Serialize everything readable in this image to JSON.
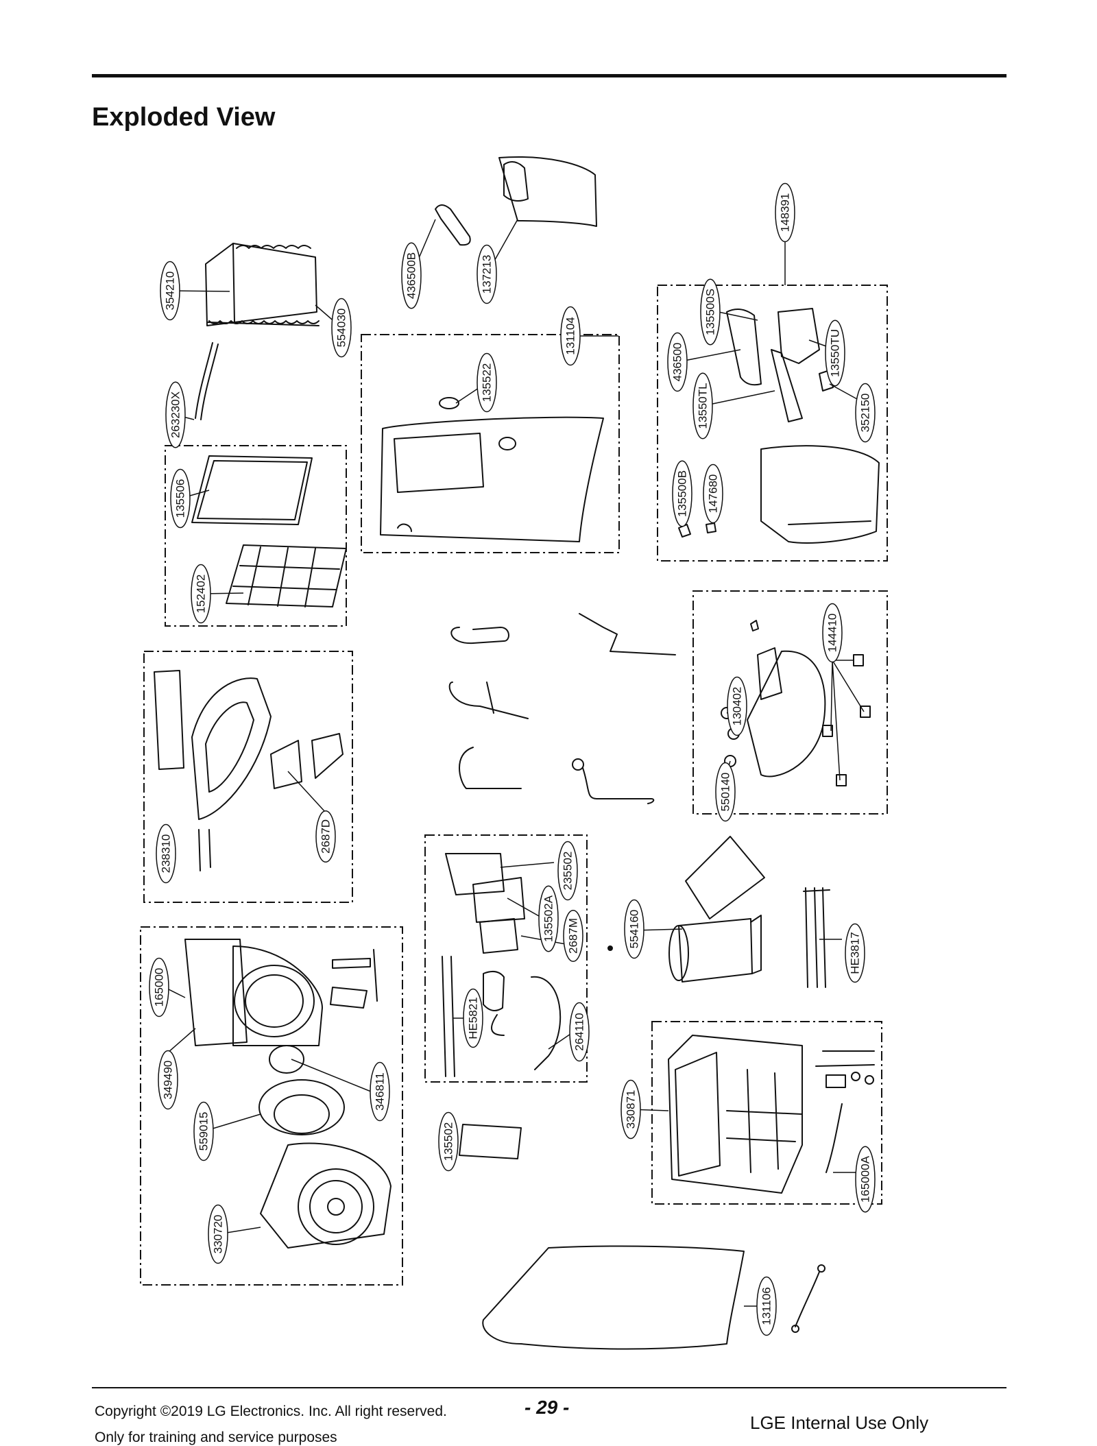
{
  "page": {
    "title": "Exploded View",
    "page_number": "- 29 -",
    "copyright": "Copyright ©2019 LG Electronics. Inc. All right reserved.",
    "training_note": "Only for training and service purposes",
    "internal_note": "LGE Internal Use Only"
  },
  "parts": [
    "354210",
    "554030",
    "263230X",
    "436500B",
    "137213",
    "131104",
    "135522",
    "148391",
    "135500S",
    "13550TU",
    "436500",
    "13550TL",
    "352150",
    "135500B",
    "147680",
    "135506",
    "152402",
    "144410",
    "130402",
    "550140",
    "238310",
    "2687D",
    "235502",
    "135502A",
    "2687M",
    "HE5821",
    "264110",
    "554160",
    "HE3817",
    "165000",
    "349490",
    "346811",
    "559015",
    "330720",
    "135502",
    "330871",
    "165000A",
    "131106"
  ]
}
